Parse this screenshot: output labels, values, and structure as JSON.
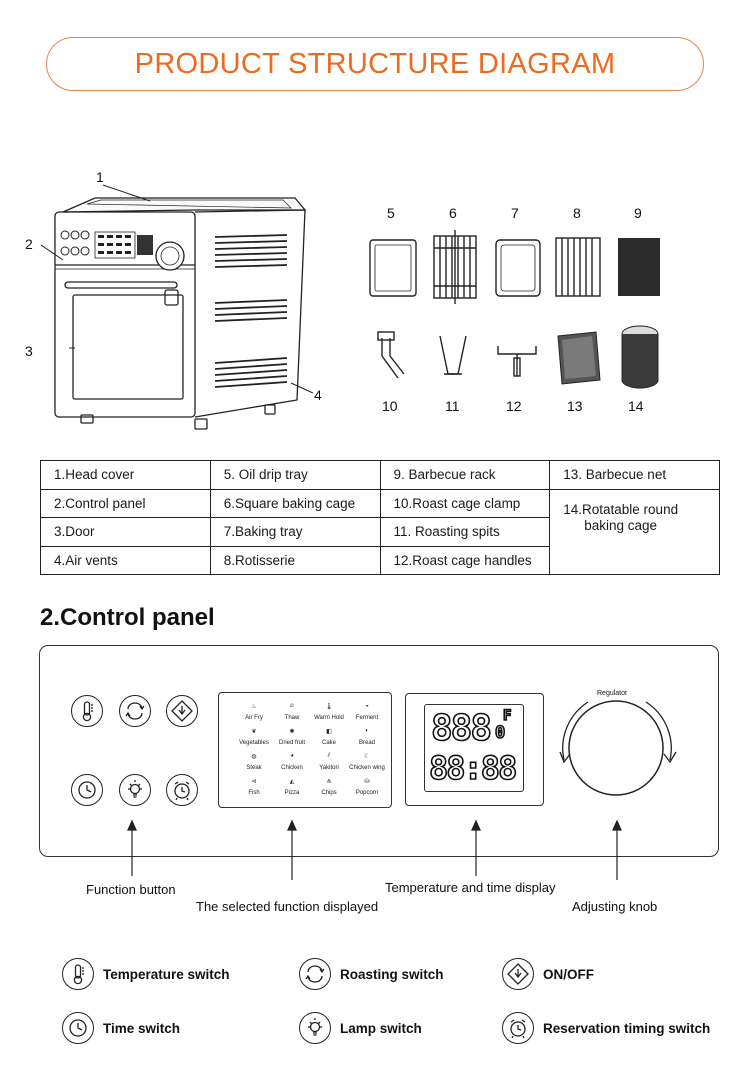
{
  "banner": {
    "title": "PRODUCT STRUCTURE DIAGRAM"
  },
  "diagram": {
    "numbers": {
      "n1": "1",
      "n2": "2",
      "n3": "3",
      "n4": "4",
      "n5": "5",
      "n6": "6",
      "n7": "7",
      "n8": "8",
      "n9": "9",
      "n10": "10",
      "n11": "11",
      "n12": "12",
      "n13": "13",
      "n14": "14"
    }
  },
  "parts_table": {
    "rows": [
      [
        "1.Head cover",
        "5. Oil drip tray",
        "9. Barbecue rack",
        "13. Barbecue net"
      ],
      [
        "2.Control panel",
        "6.Square baking cage",
        "10.Roast cage clamp",
        "14.Rotatable round"
      ],
      [
        "3.Door",
        "7.Baking tray",
        "11. Roasting spits",
        "baking cage"
      ],
      [
        "4.Air vents",
        "8.Rotisserie",
        "12.Roast cage handles",
        ""
      ]
    ]
  },
  "section": {
    "heading": "2.Control panel"
  },
  "panel": {
    "functions": [
      [
        "Air Fry",
        "Thaw",
        "Warm Hold",
        "Ferment"
      ],
      [
        "Vegetables",
        "Dried fruit",
        "Cake",
        "Bread"
      ],
      [
        "Steak",
        "Chicken",
        "Yakitori",
        "Chicken wing"
      ],
      [
        "Fish",
        "Pizza",
        "Chips",
        "Popcorn"
      ]
    ],
    "display": {
      "top_digits": "888",
      "top_small": "0",
      "bottom_digits": "88:88",
      "unit": "F"
    },
    "knob_label": "Regulator"
  },
  "callouts": {
    "function_button": "Function button",
    "selected_function": "The selected function displayed",
    "temp_time_display": "Temperature and time display",
    "adjusting_knob": "Adjusting knob"
  },
  "legend": {
    "temperature": "Temperature switch",
    "roasting": "Roasting switch",
    "onoff": "ON/OFF",
    "time": "Time switch",
    "lamp": "Lamp switch",
    "reservation": "Reservation timing switch"
  }
}
